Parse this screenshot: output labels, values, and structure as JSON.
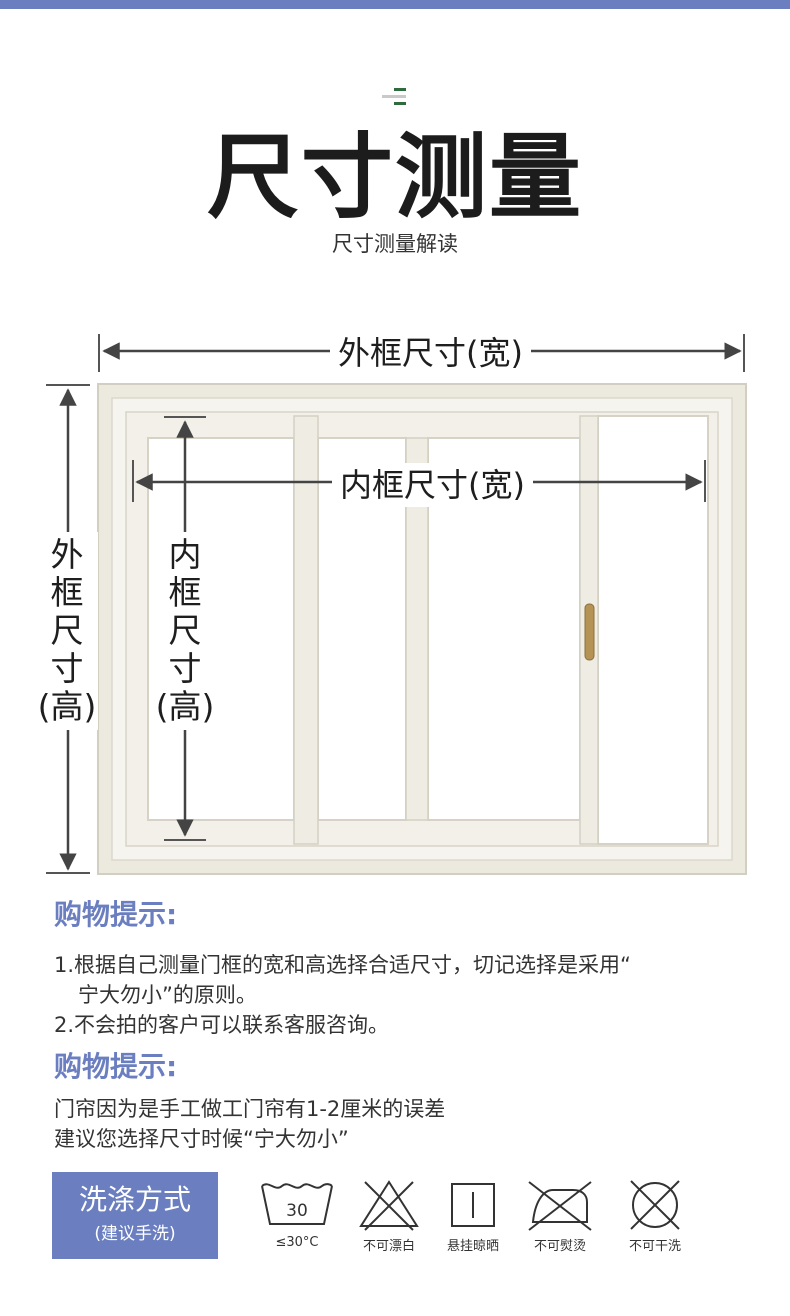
{
  "colors": {
    "accent": "#6b7fc0",
    "frame": "#ece9df",
    "arrow": "#444444"
  },
  "header": {
    "title": "尺寸测量",
    "subtitle": "尺寸测量解读"
  },
  "diagram": {
    "outer_width_label": "外框尺寸(宽)",
    "inner_width_label": "内框尺寸(宽)",
    "outer_height_label": [
      "外",
      "框",
      "尺",
      "寸",
      "(高)"
    ],
    "inner_height_label": [
      "内",
      "框",
      "尺",
      "寸",
      "(高)"
    ]
  },
  "tips1": {
    "title": "购物提示:",
    "line1a": "1.根据自己测量门框的宽和高选择合适尺寸，切记选择是采用“",
    "line1b": "宁大勿小”的原则。",
    "line2": "2.不会拍的客户可以联系客服咨询。"
  },
  "tips2": {
    "title": "购物提示:",
    "line1": "门帘因为是手工做工门帘有1-2厘米的误差",
    "line2": "建议您选择尺寸时候“宁大勿小”"
  },
  "wash": {
    "title": "洗涤方式",
    "subtitle": "(建议手洗)",
    "items": [
      {
        "icon": "wash-30-icon",
        "temp": "30",
        "label": "≤30°C"
      },
      {
        "icon": "no-bleach-icon",
        "label": "不可漂白"
      },
      {
        "icon": "hang-dry-icon",
        "label": "悬挂晾晒"
      },
      {
        "icon": "no-iron-icon",
        "label": "不可熨烫"
      },
      {
        "icon": "no-dry-clean-icon",
        "label": "不可干洗"
      }
    ]
  }
}
